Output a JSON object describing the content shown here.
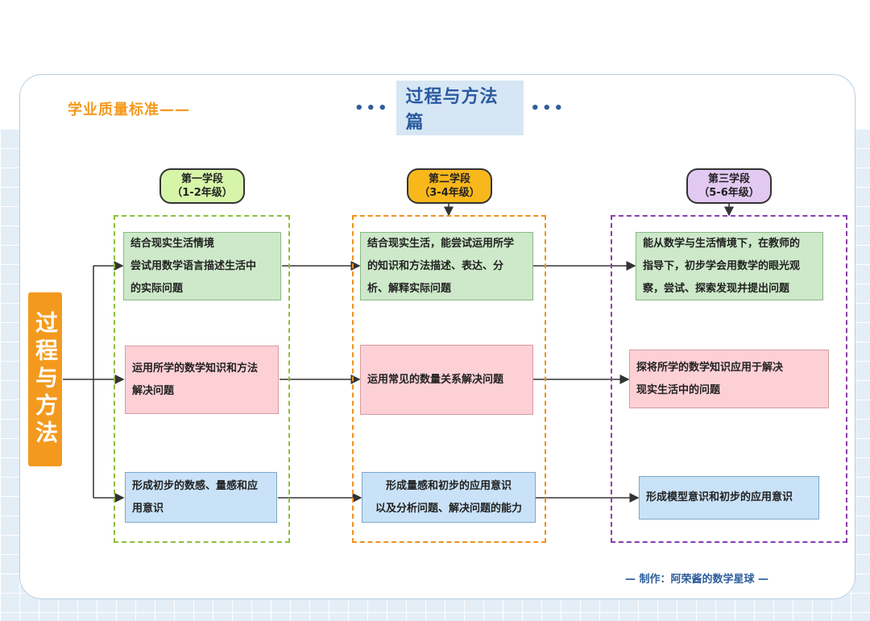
{
  "header": {
    "label": "学业质量标准——",
    "dots_left": "•••",
    "title": "过程与方法篇",
    "dots_right": "•••"
  },
  "side_tag": "过程与方法",
  "stages": [
    {
      "name": "第一学段",
      "grade": "（1-2年级）",
      "color": "#d7f5a8",
      "border": "#8cbf3f",
      "items": [
        "结合现实生活情境尝试用数学语言描述生活中的实际问题",
        "运用所学的数学知识和方法解决问题",
        "形成初步的数感、量感和应用意识"
      ]
    },
    {
      "name": "第二学段",
      "grade": "（3-4年级）",
      "color": "#f8b81c",
      "border": "#f0921e",
      "items": [
        "结合现实生活，能尝试运用所学的知识和方法描述、表达、分析、解释实际问题",
        "运用常见的数量关系解决问题",
        "形成量感和初步的应用意识以及分析问题、解决问题的能力"
      ]
    },
    {
      "name": "第三学段",
      "grade": "（5-6年级）",
      "color": "#e2c9f2",
      "border": "#8a3db0",
      "items": [
        "能从数学与生活情境下，在教师的指导下，初步学会用数学的眼光观察，尝试、探索发现并提出问题",
        "探将所学的数学知识应用于解决现实生活中的问题",
        "形成模型意识和初步的应用意识"
      ]
    }
  ],
  "lines": {
    "s1": [
      "结合现实生活情境",
      "尝试用数学语言描述生活中",
      "的实际问题"
    ],
    "s1b": [
      "运用所学的数学知识和方法",
      "解决问题"
    ],
    "s1c": [
      "形成初步的数感、量感和应",
      "用意识"
    ],
    "s2": [
      "结合现实生活，能尝试运用所学",
      "的知识和方法描述、表达、分",
      "析、解释实际问题"
    ],
    "s2b": [
      "运用常见的数量关系解决问题"
    ],
    "s2c": [
      "形成量感和初步的应用意识",
      "以及分析问题、解决问题的能力"
    ],
    "s3": [
      "能从数学与生活情境下，在教师的",
      "指导下，初步学会用数学的眼光观",
      "察，尝试、探索发现并提出问题"
    ],
    "s3b": [
      "探将所学的数学知识应用于解决",
      "现实生活中的问题"
    ],
    "s3c": [
      "形成模型意识和初步的应用意识"
    ]
  },
  "credit": "— 制作：阿荣酱的数学星球 —"
}
